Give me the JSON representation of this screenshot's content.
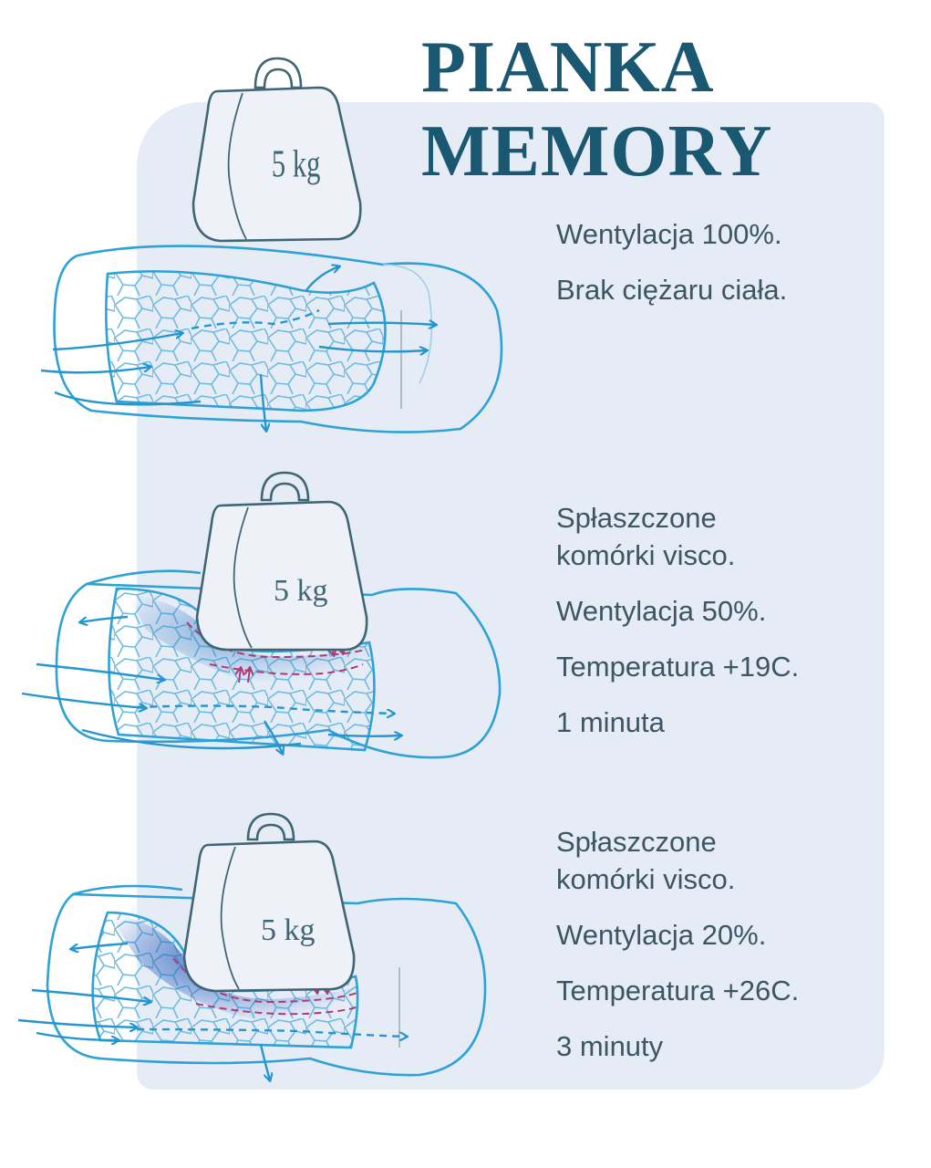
{
  "title": {
    "line1": "PIANKA",
    "line2": "MEMORY"
  },
  "colors": {
    "title": "#1a5770",
    "text": "#3e5563",
    "panel": "#e6ecf6",
    "foam": "#2ea1d5",
    "heat": "#b03a78",
    "weight": "#3f6674"
  },
  "stages": [
    {
      "weight_label": "5 kg",
      "lines": [
        "Wentylacja 100%.",
        "Brak ciężaru ciała."
      ]
    },
    {
      "weight_label": "5 kg",
      "lines": [
        "Spłaszczone",
        "komórki visco.",
        "Wentylacja 50%.",
        "Temperatura +19C.",
        "1 minuta"
      ]
    },
    {
      "weight_label": "5 kg",
      "lines": [
        "Spłaszczone",
        "komórki visco.",
        "Wentylacja 20%.",
        "Temperatura +26C.",
        "3 minuty"
      ]
    }
  ]
}
